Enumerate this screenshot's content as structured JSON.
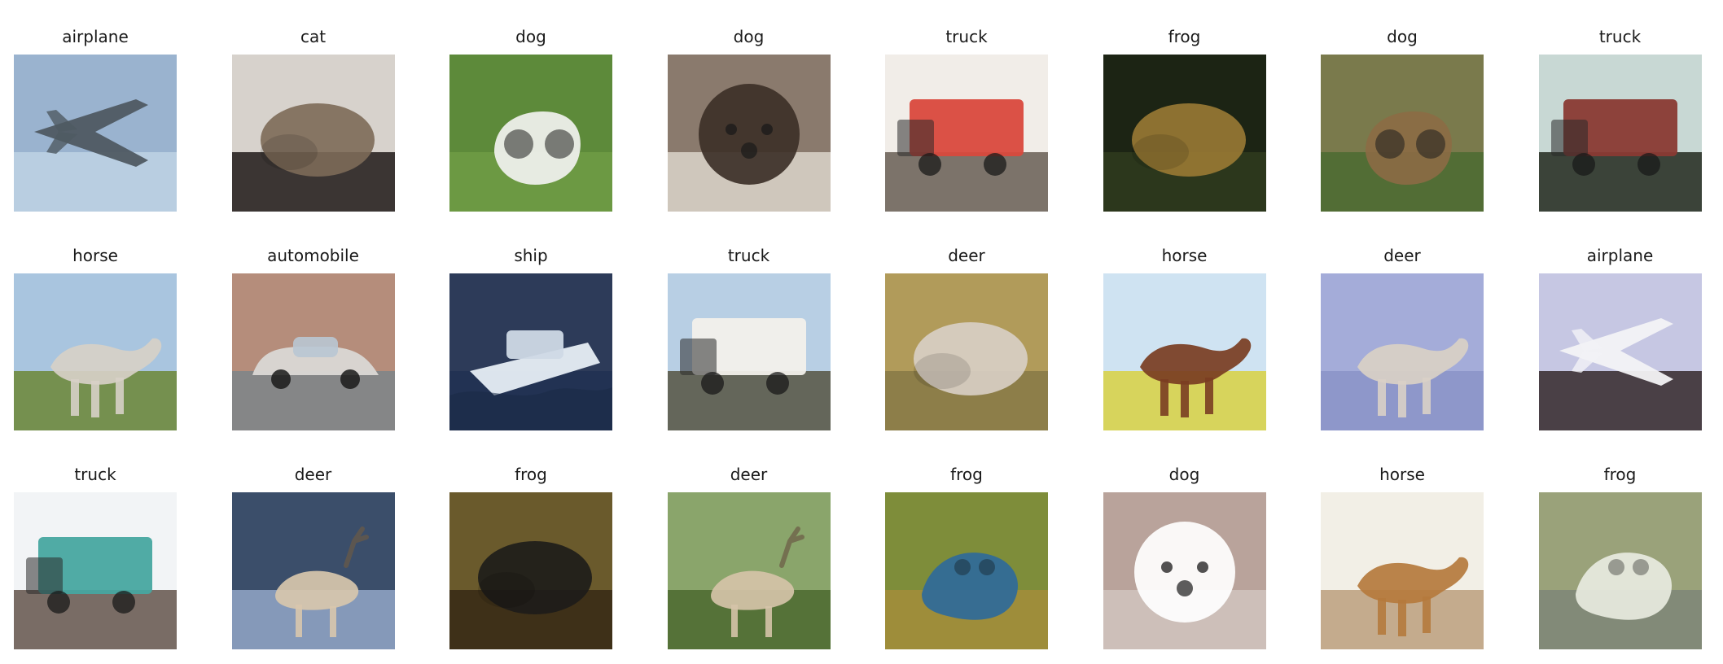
{
  "samples": [
    {
      "label": "airplane",
      "bg": "#9ab3cf",
      "ground": "#bcd0e2",
      "subject": "#4f5a62",
      "shape": "plane"
    },
    {
      "label": "cat",
      "bg": "#d7d2cc",
      "ground": "#2a2422",
      "subject": "#7d6a58",
      "shape": "blob"
    },
    {
      "label": "dog",
      "bg": "#5d8a3a",
      "ground": "#6e9a45",
      "subject": "#f2f2f0",
      "shape": "dog"
    },
    {
      "label": "dog",
      "bg": "#8a7a6d",
      "ground": "#d6cfc4",
      "subject": "#3d3028",
      "shape": "face"
    },
    {
      "label": "truck",
      "bg": "#f1ede8",
      "ground": "#6f655c",
      "subject": "#d9493d",
      "shape": "truck"
    },
    {
      "label": "frog",
      "bg": "#1c2414",
      "ground": "#2f3a1d",
      "subject": "#9a7a34",
      "shape": "blob"
    },
    {
      "label": "dog",
      "bg": "#7a7a4c",
      "ground": "#4e6b33",
      "subject": "#8b6b44",
      "shape": "dog"
    },
    {
      "label": "truck",
      "bg": "#c8d8d4",
      "ground": "#2b3328",
      "subject": "#8a3a33",
      "shape": "truck"
    },
    {
      "label": "horse",
      "bg": "#a9c5df",
      "ground": "#6f8a3f",
      "subject": "#d7d0c7",
      "shape": "horse"
    },
    {
      "label": "automobile",
      "bg": "#b58d7b",
      "ground": "#7f8588",
      "subject": "#d8d5d2",
      "shape": "car"
    },
    {
      "label": "ship",
      "bg": "#2d3b59",
      "ground": "#213252",
      "subject": "#e7eef6",
      "shape": "boat"
    },
    {
      "label": "truck",
      "bg": "#b8cfe4",
      "ground": "#5b5a4a",
      "subject": "#f2f0eb",
      "shape": "truck"
    },
    {
      "label": "deer",
      "bg": "#b19b5a",
      "ground": "#8a7b47",
      "subject": "#d9d0c6",
      "shape": "blob"
    },
    {
      "label": "horse",
      "bg": "#cfe3f2",
      "ground": "#d7d24b",
      "subject": "#7a3d22",
      "shape": "horse"
    },
    {
      "label": "deer",
      "bg": "#a4acd9",
      "ground": "#8c95c8",
      "subject": "#d9d0c6",
      "shape": "horse"
    },
    {
      "label": "airplane",
      "bg": "#c6c7e3",
      "ground": "#3c3134",
      "subject": "#f3f3f6",
      "shape": "plane"
    },
    {
      "label": "truck",
      "bg": "#f2f4f6",
      "ground": "#6b5d55",
      "subject": "#47a6a0",
      "shape": "truck"
    },
    {
      "label": "deer",
      "bg": "#3b4e6a",
      "ground": "#8ea2c2",
      "subject": "#d8c7ad",
      "shape": "deer"
    },
    {
      "label": "frog",
      "bg": "#6a5a2c",
      "ground": "#3a2b16",
      "subject": "#1d1c1a",
      "shape": "blob"
    },
    {
      "label": "deer",
      "bg": "#8aa56b",
      "ground": "#4f6d33",
      "subject": "#d5c3a8",
      "shape": "deer"
    },
    {
      "label": "frog",
      "bg": "#7e8d3a",
      "ground": "#a28d3b",
      "subject": "#2f6a9a",
      "shape": "frog"
    },
    {
      "label": "dog",
      "bg": "#b9a39b",
      "ground": "#cfc2bd",
      "subject": "#ffffff",
      "shape": "face"
    },
    {
      "label": "horse",
      "bg": "#f2efe6",
      "ground": "#bfa383",
      "subject": "#b57a3d",
      "shape": "horse"
    },
    {
      "label": "frog",
      "bg": "#9aa27a",
      "ground": "#7f8778",
      "subject": "#e8eadf",
      "shape": "frog"
    }
  ]
}
